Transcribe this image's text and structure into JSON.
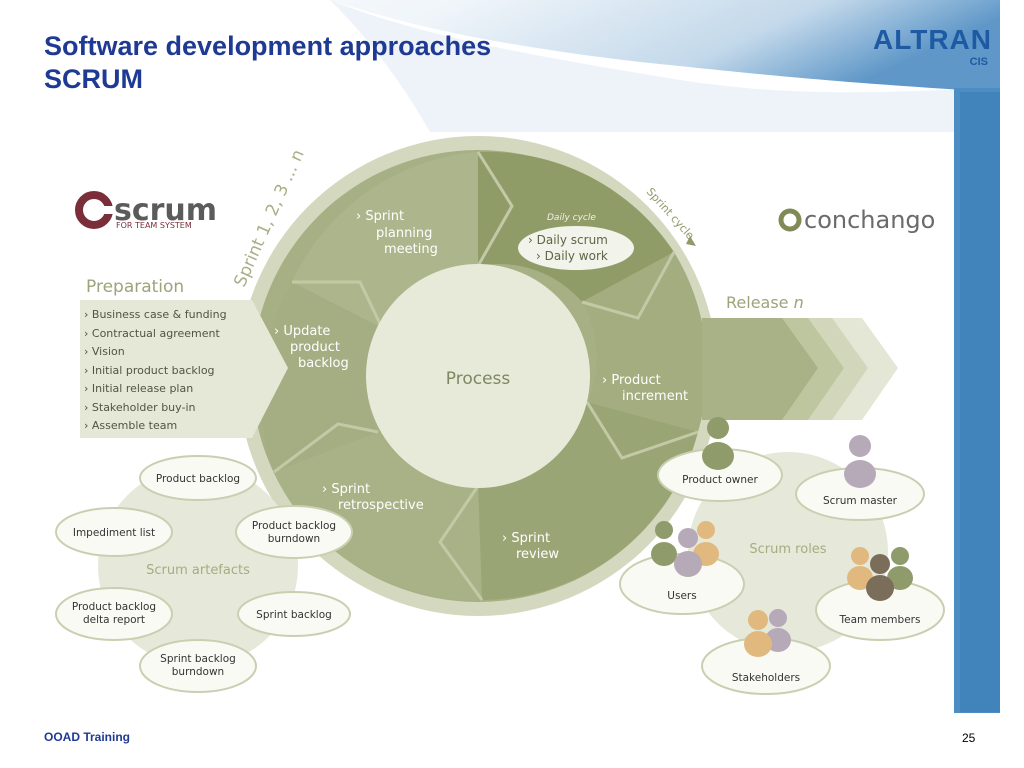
{
  "slide": {
    "title_line1": "Software development approaches",
    "title_line2": "SCRUM",
    "brand_name": "ALTRAN",
    "brand_sub": "CIS",
    "footer_label": "OOAD Training",
    "page_number": "25"
  },
  "diagram": {
    "scrum_logo": "scrum",
    "scrum_logo_tag": "FOR TEAM SYSTEM",
    "conchango_logo": "conchango",
    "sprint_arc": "Sprint 1, 2, 3 ... n",
    "sprint_cycle": "Sprint cycle",
    "daily_cycle": "Daily cycle",
    "daily_items": [
      "› Daily scrum",
      "› Daily work"
    ],
    "preparation": {
      "heading": "Preparation",
      "items": [
        "› Business case & funding",
        "› Contractual agreement",
        "› Vision",
        "› Initial product backlog",
        "› Initial release plan",
        "› Stakeholder buy-in",
        "› Assemble team"
      ]
    },
    "process_label": "Process",
    "stages": {
      "sprint_planning": [
        "› Sprint",
        "planning",
        "meeting"
      ],
      "update_backlog": [
        "› Update",
        "product",
        "backlog"
      ],
      "product_increment": [
        "› Product",
        "increment"
      ],
      "sprint_review": [
        "› Sprint",
        "review"
      ],
      "sprint_retro": [
        "› Sprint",
        "retrospective"
      ]
    },
    "release_label": "Release",
    "release_n": "n",
    "artefacts": {
      "label": "Scrum artefacts",
      "items": {
        "product_backlog": [
          "Product backlog"
        ],
        "impediment_list": [
          "Impediment list"
        ],
        "backlog_burndown": [
          "Product backlog",
          "burndown"
        ],
        "delta_report": [
          "Product backlog",
          "delta report"
        ],
        "sprint_backlog": [
          "Sprint backlog"
        ],
        "sprint_burndown": [
          "Sprint backlog",
          "burndown"
        ]
      }
    },
    "roles": {
      "label": "Scrum roles",
      "items": {
        "product_owner": "Product owner",
        "scrum_master": "Scrum master",
        "users": "Users",
        "team_members": "Team members",
        "stakeholders": "Stakeholders"
      }
    },
    "colors": {
      "olive_dark": "#8f9b6a",
      "olive_mid": "#a9b486",
      "olive_light": "#c5cca8",
      "olive_pale": "#dde2cb",
      "text_olive": "#9aa57a",
      "title_blue": "#1f3a93"
    }
  }
}
